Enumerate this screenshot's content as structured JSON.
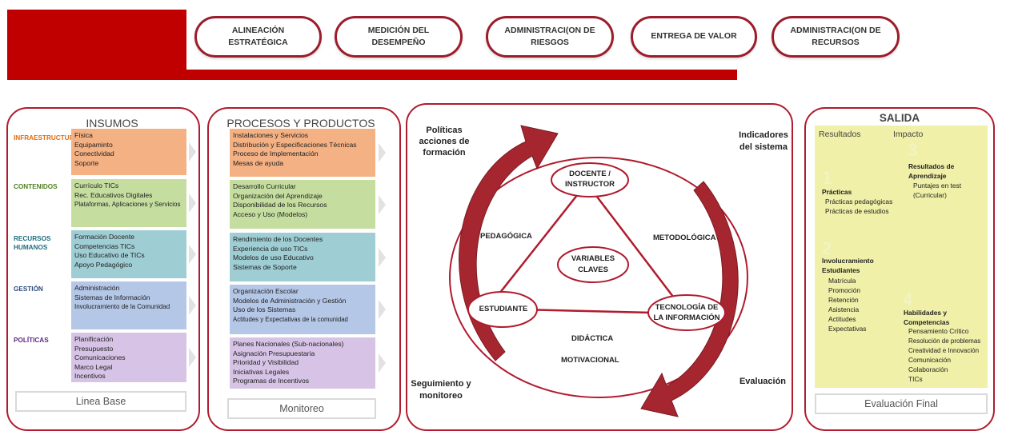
{
  "header": {
    "pills": [
      {
        "label": "ALINEACIÓN ESTRATÉGICA"
      },
      {
        "label": "MEDICIÓN DEL DESEMPEÑO"
      },
      {
        "label": "ADMINISTRACI(ON DE RIESGOS",
        "lines": [
          "ADMINISTRACI(ON DE",
          "RIESGOS"
        ]
      },
      {
        "label": "ENTREGA DE VALOR"
      },
      {
        "label": "ADMINISTRACI(ON DE RECURSOS",
        "lines": [
          "ADMINISTRACI(ON DE",
          "RECURSOS"
        ]
      }
    ]
  },
  "insumos": {
    "title": "INSUMOS",
    "footer": "Linea Base",
    "rows": [
      {
        "category": "INFRAESTRUCTURA",
        "category_color": "#e36c0a",
        "fill": "#f4b183",
        "items": [
          "Física",
          "Equipaminto",
          "Conectividad",
          "Soporte"
        ]
      },
      {
        "category": "CONTENIDOS",
        "category_color": "#4f7f1f",
        "fill": "#c5dea0",
        "items": [
          "Currículo TICs",
          "Rec. Educativos Digitales",
          "Plataformas, Aplicaciones y Servicios"
        ]
      },
      {
        "category": "RECURSOS HUMANOS",
        "category_lines": [
          "RECURSOS",
          "HUMANOS"
        ],
        "category_color": "#1f6e80",
        "fill": "#9fcdd4",
        "items": [
          "Formación Docente",
          "Competencias TICs",
          "Uso Educativo de TICs",
          "Apoyo Pedagógico"
        ]
      },
      {
        "category": "GESTIÓN",
        "category_color": "#2e4d7b",
        "fill": "#b4c7e7",
        "items": [
          "Administración",
          "Sistemas de Información",
          "Involucramiento de la Comunidad"
        ]
      },
      {
        "category": "POLÍTICAS",
        "category_color": "#5b2a86",
        "fill": "#d6c3e6",
        "items": [
          "Planificación",
          "Presupuesto",
          "Comunicaciones",
          "Marco Legal",
          "Incentivos"
        ]
      }
    ]
  },
  "procesos": {
    "title": "PROCESOS Y PRODUCTOS",
    "footer": "Monitoreo",
    "rows": [
      {
        "fill": "#f4b183",
        "items": [
          "Instalaciones y Servicios",
          "Distribución y Especificaciones Técnicas",
          "Proceso de Implementación",
          "Mesas de ayuda"
        ]
      },
      {
        "fill": "#c5dea0",
        "items": [
          "Desarrollo Curricular",
          "Organización del Aprendizaje",
          "Disponibilidad de los Recursos",
          "Acceso y Uso (Modelos)"
        ]
      },
      {
        "fill": "#9fcdd4",
        "items": [
          "Rendimiento de los Docentes",
          "Experiencia de uso TICs",
          "Modelos de uso Educativo",
          "Sistemas de Soporte"
        ]
      },
      {
        "fill": "#b4c7e7",
        "items": [
          "Organización Escolar",
          "Modelos de Administración y Gestión",
          "Uso de los Sistemas",
          "Actitudes y Expectativas de la comunidad"
        ]
      },
      {
        "fill": "#d6c3e6",
        "items": [
          "Planes Nacionales (Sub-nacionales)",
          "Asignación Presupuestaria",
          "Prioridad y Visibilidad",
          "Iniciativas Legales",
          "Programas de Incentivos"
        ]
      }
    ]
  },
  "ciclo": {
    "top_left": [
      "Políticas",
      "acciones de",
      "formación"
    ],
    "top_right": [
      "Indicadores",
      "del sistema"
    ],
    "bottom_left": [
      "Seguimiento y",
      "monitoreo"
    ],
    "bottom_right": "Evaluación",
    "node_docente": [
      "DOCENTE /",
      "INSTRUCTOR"
    ],
    "node_estudiante": "ESTUDIANTE",
    "node_tecnologia": [
      "TECNOLOGÍA DE",
      "LA INFORMACIÓN"
    ],
    "center": [
      "VARIABLES",
      "CLAVES"
    ],
    "edge_left": "PEDAGÓGICA",
    "edge_right": "METODOLÓGICA",
    "edge_bottom": "DIDÁCTICA",
    "outer_bottom": "MOTIVACIONAL",
    "arrow_color": "#a62630",
    "circle_color": "#b01b2e"
  },
  "salida": {
    "title": "SALIDA",
    "col1_header": "Resultados",
    "col2_header": "Impacto",
    "footer": "Evaluación Final",
    "fill": "#f0f0a8",
    "numbers": [
      "1",
      "2",
      "3",
      "4"
    ],
    "block1": {
      "title": "Prácticas",
      "items": [
        "Prácticas pedagógicas",
        "Prácticas de estudios"
      ]
    },
    "block2": {
      "title": "Involucramiento Estudiantes",
      "title_lines": [
        "Involucramiento",
        "Estudiantes"
      ],
      "items": [
        "Matrícula",
        "Promoción",
        "Retención",
        "Asistencia",
        "Actitudes",
        "Expectativas"
      ]
    },
    "block3": {
      "title": "Resultados de Aprendizaje",
      "title_lines": [
        "Resultados de",
        "Aprendizaje"
      ],
      "items": [
        "Puntajes en test",
        "(Curricular)"
      ]
    },
    "block4": {
      "title": "Habilidades y Competencias",
      "title_lines": [
        "Habilidades y",
        "Competencias"
      ],
      "items": [
        "Pensamiento Crítico",
        "Resolución de problemas",
        "Creatividad e Innovación",
        "Comunicación",
        "Colaboración",
        "TICs"
      ]
    }
  }
}
